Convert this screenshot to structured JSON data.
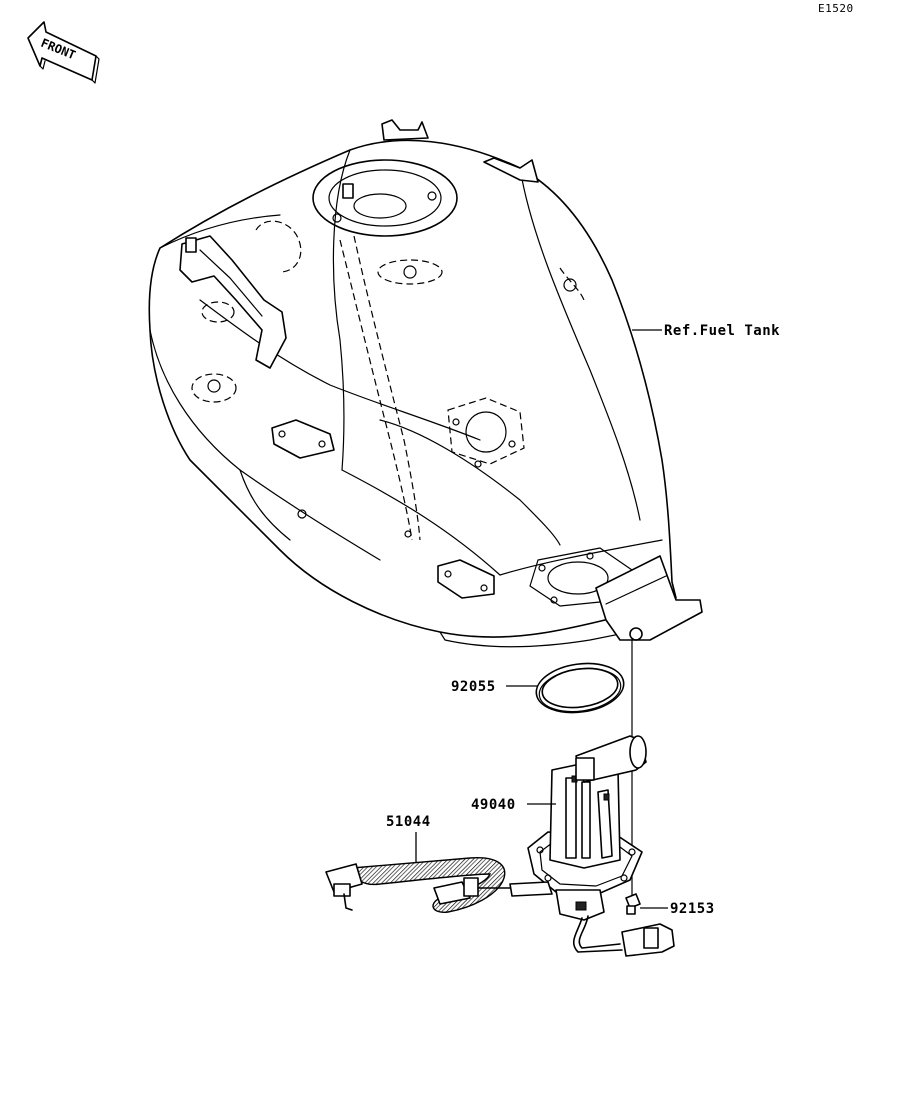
{
  "diagram": {
    "code": "E1520",
    "front_label": "FRONT",
    "parts": [
      {
        "number": "Ref.Fuel Tank"
      },
      {
        "number": "92055"
      },
      {
        "number": "49040"
      },
      {
        "number": "51044"
      },
      {
        "number": "92153"
      }
    ],
    "colors": {
      "line": "#000000",
      "background": "#ffffff"
    },
    "icons": [
      "front-arrow-icon"
    ]
  }
}
